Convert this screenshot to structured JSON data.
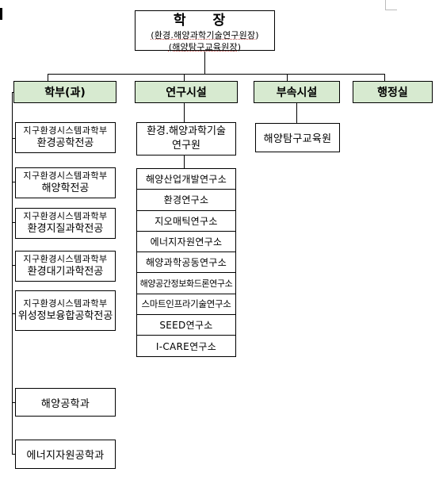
{
  "president": {
    "title": "학 장",
    "line1": "(환경.해양과학기술연구원장)",
    "line2": "(해양탐구교육원장)"
  },
  "divisions": {
    "academic": "학부(과)",
    "research": "연구시설",
    "affiliated": "부속시설",
    "admin": "행정실"
  },
  "academic_units": [
    {
      "parent": "지구환경시스템과학부",
      "name": "환경공학전공"
    },
    {
      "parent": "지구환경시스템과학부",
      "name": "해양학전공"
    },
    {
      "parent": "지구환경시스템과학부",
      "name": "환경지질과학전공"
    },
    {
      "parent": "지구환경시스템과학부",
      "name": "환경대기과학전공"
    },
    {
      "parent": "지구환경시스템과학부",
      "name": "위성정보융합공학전공"
    }
  ],
  "departments": [
    "해양공학과",
    "에너지자원공학과"
  ],
  "research_center": {
    "line1": "환경.해양과학기술",
    "line2": "연구원"
  },
  "institutes": [
    "해양산업개발연구소",
    "환경연구소",
    "지오매틱연구소",
    "에너지자원연구소",
    "해양과학공동연구소",
    "해양공간정보화드론연구소",
    "스마트인프라기술연구소",
    "SEED연구소",
    "I-CARE연구소"
  ],
  "affiliated_unit": "해양탐구교육원"
}
